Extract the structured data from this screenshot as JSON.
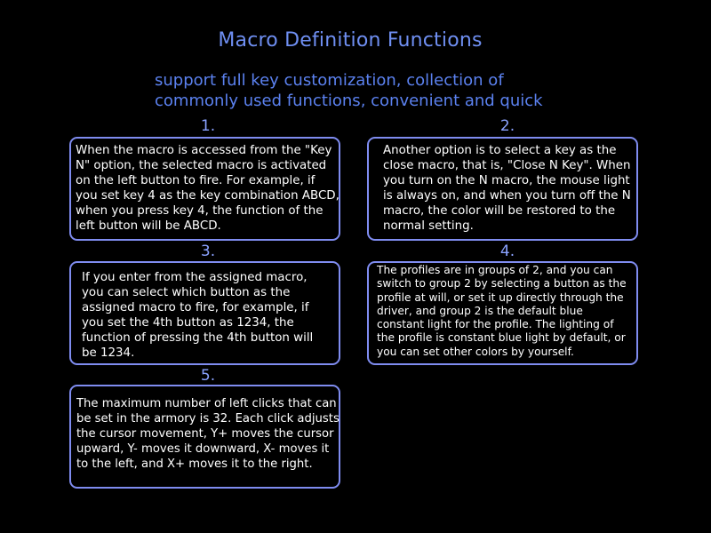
{
  "title": "Macro Definition Functions",
  "subtitle": "support full key customization, collection of commonly used functions, convenient and quick",
  "sections": [
    {
      "number": "1.",
      "text": "When the macro is accessed from the \"Key\nN\" option, the selected macro is activated\non the left button to fire. For example, if\nyou set key 4 as the key combination ABCD,\nwhen you press key 4, the function of the\nleft button will be ABCD."
    },
    {
      "number": "2.",
      "text": "Another option is to select a key as the\nclose macro, that is, \"Close N Key\". When\nyou turn on the N macro, the mouse light\nis always on, and when you turn off the N\nmacro, the color will be restored to the\nnormal setting."
    },
    {
      "number": "3.",
      "text": "If you enter from the assigned macro,\nyou can select which button as the\nassigned macro to fire, for example, if\nyou set the 4th button as 1234, the\nfunction of pressing the 4th button will\nbe 1234."
    },
    {
      "number": "4.",
      "text": "The profiles are in groups of 2, and you can\nswitch to group 2 by selecting a button as the\nprofile at will, or set it up directly through the\ndriver, and group 2 is the default blue\nconstant light for the profile. The lighting of\nthe profile is constant blue light by default, or\nyou can set other colors by yourself."
    },
    {
      "number": "5.",
      "text": "The maximum number of left clicks that can\nbe set in the armory is 32. Each click adjusts\nthe cursor movement, Y+ moves the cursor\nupward, Y- moves it downward, X- moves it\nto the left, and X+ moves it to the right."
    }
  ],
  "colors": {
    "background": "#000000",
    "title": "#6f8ff2",
    "subtitle": "#5b81ef",
    "box_border": "#7f8cf0",
    "text": "#ffffff"
  }
}
